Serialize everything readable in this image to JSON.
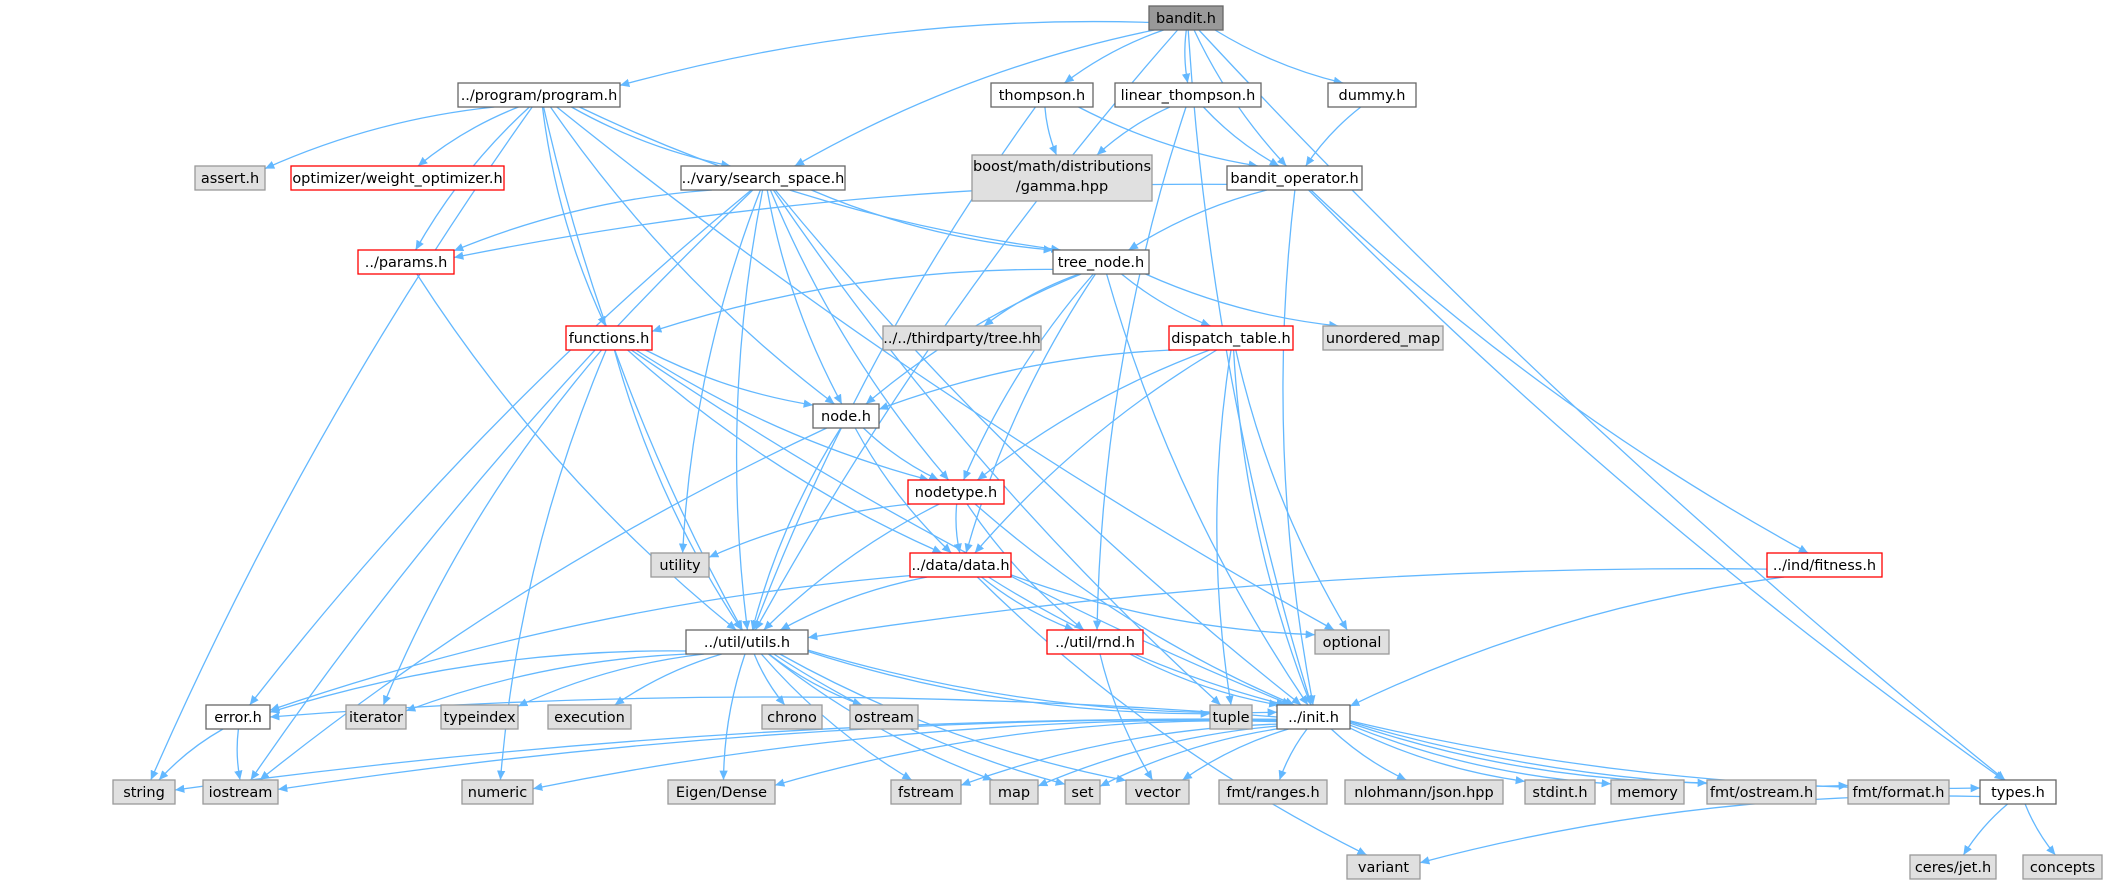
{
  "graph": {
    "nodes": [
      {
        "id": "bandit",
        "label": "bandit.h",
        "kind": "root"
      },
      {
        "id": "program",
        "label": "../program/program.h",
        "kind": "doc"
      },
      {
        "id": "thompson",
        "label": "thompson.h",
        "kind": "doc"
      },
      {
        "id": "linear_thompson",
        "label": "linear_thompson.h",
        "kind": "doc"
      },
      {
        "id": "dummy",
        "label": "dummy.h",
        "kind": "doc"
      },
      {
        "id": "assert",
        "label": "assert.h",
        "kind": "sys"
      },
      {
        "id": "weight_optimizer",
        "label": "optimizer/weight_optimizer.h",
        "kind": "trunc"
      },
      {
        "id": "search_space",
        "label": "../vary/search_space.h",
        "kind": "doc"
      },
      {
        "id": "gamma",
        "label": "boost/math/distributions",
        "label2": "/gamma.hpp",
        "kind": "sys"
      },
      {
        "id": "bandit_operator",
        "label": "bandit_operator.h",
        "kind": "doc"
      },
      {
        "id": "params",
        "label": "../params.h",
        "kind": "trunc"
      },
      {
        "id": "tree_node",
        "label": "tree_node.h",
        "kind": "doc"
      },
      {
        "id": "functions",
        "label": "functions.h",
        "kind": "trunc"
      },
      {
        "id": "thirdparty_tree",
        "label": "../../thirdparty/tree.hh",
        "kind": "sys"
      },
      {
        "id": "dispatch_table",
        "label": "dispatch_table.h",
        "kind": "trunc"
      },
      {
        "id": "unordered_map",
        "label": "unordered_map",
        "kind": "sys"
      },
      {
        "id": "node",
        "label": "node.h",
        "kind": "doc"
      },
      {
        "id": "nodetype",
        "label": "nodetype.h",
        "kind": "trunc"
      },
      {
        "id": "utility",
        "label": "utility",
        "kind": "sys"
      },
      {
        "id": "data",
        "label": "../data/data.h",
        "kind": "trunc"
      },
      {
        "id": "fitness",
        "label": "../ind/fitness.h",
        "kind": "trunc"
      },
      {
        "id": "utils",
        "label": "../util/utils.h",
        "kind": "doc"
      },
      {
        "id": "rnd",
        "label": "../util/rnd.h",
        "kind": "trunc"
      },
      {
        "id": "optional",
        "label": "optional",
        "kind": "sys"
      },
      {
        "id": "error",
        "label": "error.h",
        "kind": "doc"
      },
      {
        "id": "iterator",
        "label": "iterator",
        "kind": "sys"
      },
      {
        "id": "typeindex",
        "label": "typeindex",
        "kind": "sys"
      },
      {
        "id": "execution",
        "label": "execution",
        "kind": "sys"
      },
      {
        "id": "chrono",
        "label": "chrono",
        "kind": "sys"
      },
      {
        "id": "ostream",
        "label": "ostream",
        "kind": "sys"
      },
      {
        "id": "tuple",
        "label": "tuple",
        "kind": "sys"
      },
      {
        "id": "init",
        "label": "../init.h",
        "kind": "doc"
      },
      {
        "id": "string",
        "label": "string",
        "kind": "sys"
      },
      {
        "id": "iostream",
        "label": "iostream",
        "kind": "sys"
      },
      {
        "id": "numeric",
        "label": "numeric",
        "kind": "sys"
      },
      {
        "id": "eigen",
        "label": "Eigen/Dense",
        "kind": "sys"
      },
      {
        "id": "fstream",
        "label": "fstream",
        "kind": "sys"
      },
      {
        "id": "map",
        "label": "map",
        "kind": "sys"
      },
      {
        "id": "set",
        "label": "set",
        "kind": "sys"
      },
      {
        "id": "vector",
        "label": "vector",
        "kind": "sys"
      },
      {
        "id": "fmt_ranges",
        "label": "fmt/ranges.h",
        "kind": "sys"
      },
      {
        "id": "json",
        "label": "nlohmann/json.hpp",
        "kind": "sys"
      },
      {
        "id": "stdint",
        "label": "stdint.h",
        "kind": "sys"
      },
      {
        "id": "memory",
        "label": "memory",
        "kind": "sys"
      },
      {
        "id": "fmt_ostream",
        "label": "fmt/ostream.h",
        "kind": "sys"
      },
      {
        "id": "fmt_format",
        "label": "fmt/format.h",
        "kind": "sys"
      },
      {
        "id": "types",
        "label": "types.h",
        "kind": "doc"
      },
      {
        "id": "variant",
        "label": "variant",
        "kind": "sys"
      },
      {
        "id": "ceres_jet",
        "label": "ceres/jet.h",
        "kind": "sys"
      },
      {
        "id": "concepts",
        "label": "concepts",
        "kind": "sys"
      }
    ],
    "edges": [
      [
        "bandit",
        "program"
      ],
      [
        "bandit",
        "thompson"
      ],
      [
        "bandit",
        "linear_thompson"
      ],
      [
        "bandit",
        "dummy"
      ],
      [
        "bandit",
        "search_space"
      ],
      [
        "bandit",
        "bandit_operator"
      ],
      [
        "bandit",
        "utils"
      ],
      [
        "bandit",
        "init"
      ],
      [
        "bandit",
        "types"
      ],
      [
        "program",
        "assert"
      ],
      [
        "program",
        "weight_optimizer"
      ],
      [
        "program",
        "search_space"
      ],
      [
        "program",
        "params"
      ],
      [
        "program",
        "tree_node"
      ],
      [
        "program",
        "functions"
      ],
      [
        "program",
        "node"
      ],
      [
        "program",
        "utils"
      ],
      [
        "program",
        "string"
      ],
      [
        "program",
        "optional"
      ],
      [
        "thompson",
        "gamma"
      ],
      [
        "thompson",
        "bandit_operator"
      ],
      [
        "thompson",
        "utils"
      ],
      [
        "linear_thompson",
        "gamma"
      ],
      [
        "linear_thompson",
        "bandit_operator"
      ],
      [
        "linear_thompson",
        "rnd"
      ],
      [
        "dummy",
        "bandit_operator"
      ],
      [
        "bandit_operator",
        "params"
      ],
      [
        "bandit_operator",
        "tree_node"
      ],
      [
        "bandit_operator",
        "fitness"
      ],
      [
        "bandit_operator",
        "init"
      ],
      [
        "bandit_operator",
        "types"
      ],
      [
        "search_space",
        "params"
      ],
      [
        "search_space",
        "tree_node"
      ],
      [
        "search_space",
        "node"
      ],
      [
        "search_space",
        "nodetype"
      ],
      [
        "search_space",
        "utils"
      ],
      [
        "search_space",
        "error"
      ],
      [
        "search_space",
        "iostream"
      ],
      [
        "search_space",
        "utility"
      ],
      [
        "search_space",
        "init"
      ],
      [
        "search_space",
        "tuple"
      ],
      [
        "params",
        "utils"
      ],
      [
        "tree_node",
        "functions"
      ],
      [
        "tree_node",
        "thirdparty_tree"
      ],
      [
        "tree_node",
        "dispatch_table"
      ],
      [
        "tree_node",
        "unordered_map"
      ],
      [
        "tree_node",
        "node"
      ],
      [
        "tree_node",
        "nodetype"
      ],
      [
        "tree_node",
        "data"
      ],
      [
        "tree_node",
        "init"
      ],
      [
        "functions",
        "node"
      ],
      [
        "functions",
        "nodetype"
      ],
      [
        "functions",
        "data"
      ],
      [
        "functions",
        "utils"
      ],
      [
        "functions",
        "iterator"
      ],
      [
        "functions",
        "numeric"
      ],
      [
        "functions",
        "init"
      ],
      [
        "dispatch_table",
        "node"
      ],
      [
        "dispatch_table",
        "nodetype"
      ],
      [
        "dispatch_table",
        "data"
      ],
      [
        "dispatch_table",
        "optional"
      ],
      [
        "dispatch_table",
        "tuple"
      ],
      [
        "dispatch_table",
        "init"
      ],
      [
        "node",
        "nodetype"
      ],
      [
        "node",
        "data"
      ],
      [
        "node",
        "utils"
      ],
      [
        "node",
        "iostream"
      ],
      [
        "nodetype",
        "data"
      ],
      [
        "nodetype",
        "utils"
      ],
      [
        "nodetype",
        "utility"
      ],
      [
        "nodetype",
        "rnd"
      ],
      [
        "nodetype",
        "init"
      ],
      [
        "data",
        "utils"
      ],
      [
        "data",
        "rnd"
      ],
      [
        "data",
        "optional"
      ],
      [
        "data",
        "init"
      ],
      [
        "data",
        "variant"
      ],
      [
        "data",
        "error"
      ],
      [
        "fitness",
        "utils"
      ],
      [
        "fitness",
        "init"
      ],
      [
        "rnd",
        "init"
      ],
      [
        "rnd",
        "vector"
      ],
      [
        "utils",
        "error"
      ],
      [
        "utils",
        "iterator"
      ],
      [
        "utils",
        "typeindex"
      ],
      [
        "utils",
        "execution"
      ],
      [
        "utils",
        "chrono"
      ],
      [
        "utils",
        "ostream"
      ],
      [
        "utils",
        "tuple"
      ],
      [
        "utils",
        "init"
      ],
      [
        "utils",
        "eigen"
      ],
      [
        "utils",
        "fstream"
      ],
      [
        "utils",
        "map"
      ],
      [
        "utils",
        "set"
      ],
      [
        "utils",
        "vector"
      ],
      [
        "error",
        "string"
      ],
      [
        "error",
        "iostream"
      ],
      [
        "init",
        "string"
      ],
      [
        "init",
        "iostream"
      ],
      [
        "init",
        "numeric"
      ],
      [
        "init",
        "eigen"
      ],
      [
        "init",
        "fstream"
      ],
      [
        "init",
        "map"
      ],
      [
        "init",
        "set"
      ],
      [
        "init",
        "vector"
      ],
      [
        "init",
        "fmt_ranges"
      ],
      [
        "init",
        "json"
      ],
      [
        "init",
        "stdint"
      ],
      [
        "init",
        "memory"
      ],
      [
        "init",
        "fmt_ostream"
      ],
      [
        "init",
        "fmt_format"
      ],
      [
        "init",
        "types"
      ],
      [
        "init",
        "error"
      ],
      [
        "types",
        "variant"
      ],
      [
        "types",
        "ceres_jet"
      ],
      [
        "types",
        "concepts"
      ]
    ]
  },
  "colors": {
    "edge": "#63b8ff",
    "root_fill": "#999999",
    "root_border": "#666666",
    "doc_fill": "#ffffff",
    "doc_border": "#666666",
    "sys_fill": "#e0e0e0",
    "sys_border": "#999999",
    "trunc_fill": "#ffffff",
    "trunc_border": "#ff0000"
  }
}
